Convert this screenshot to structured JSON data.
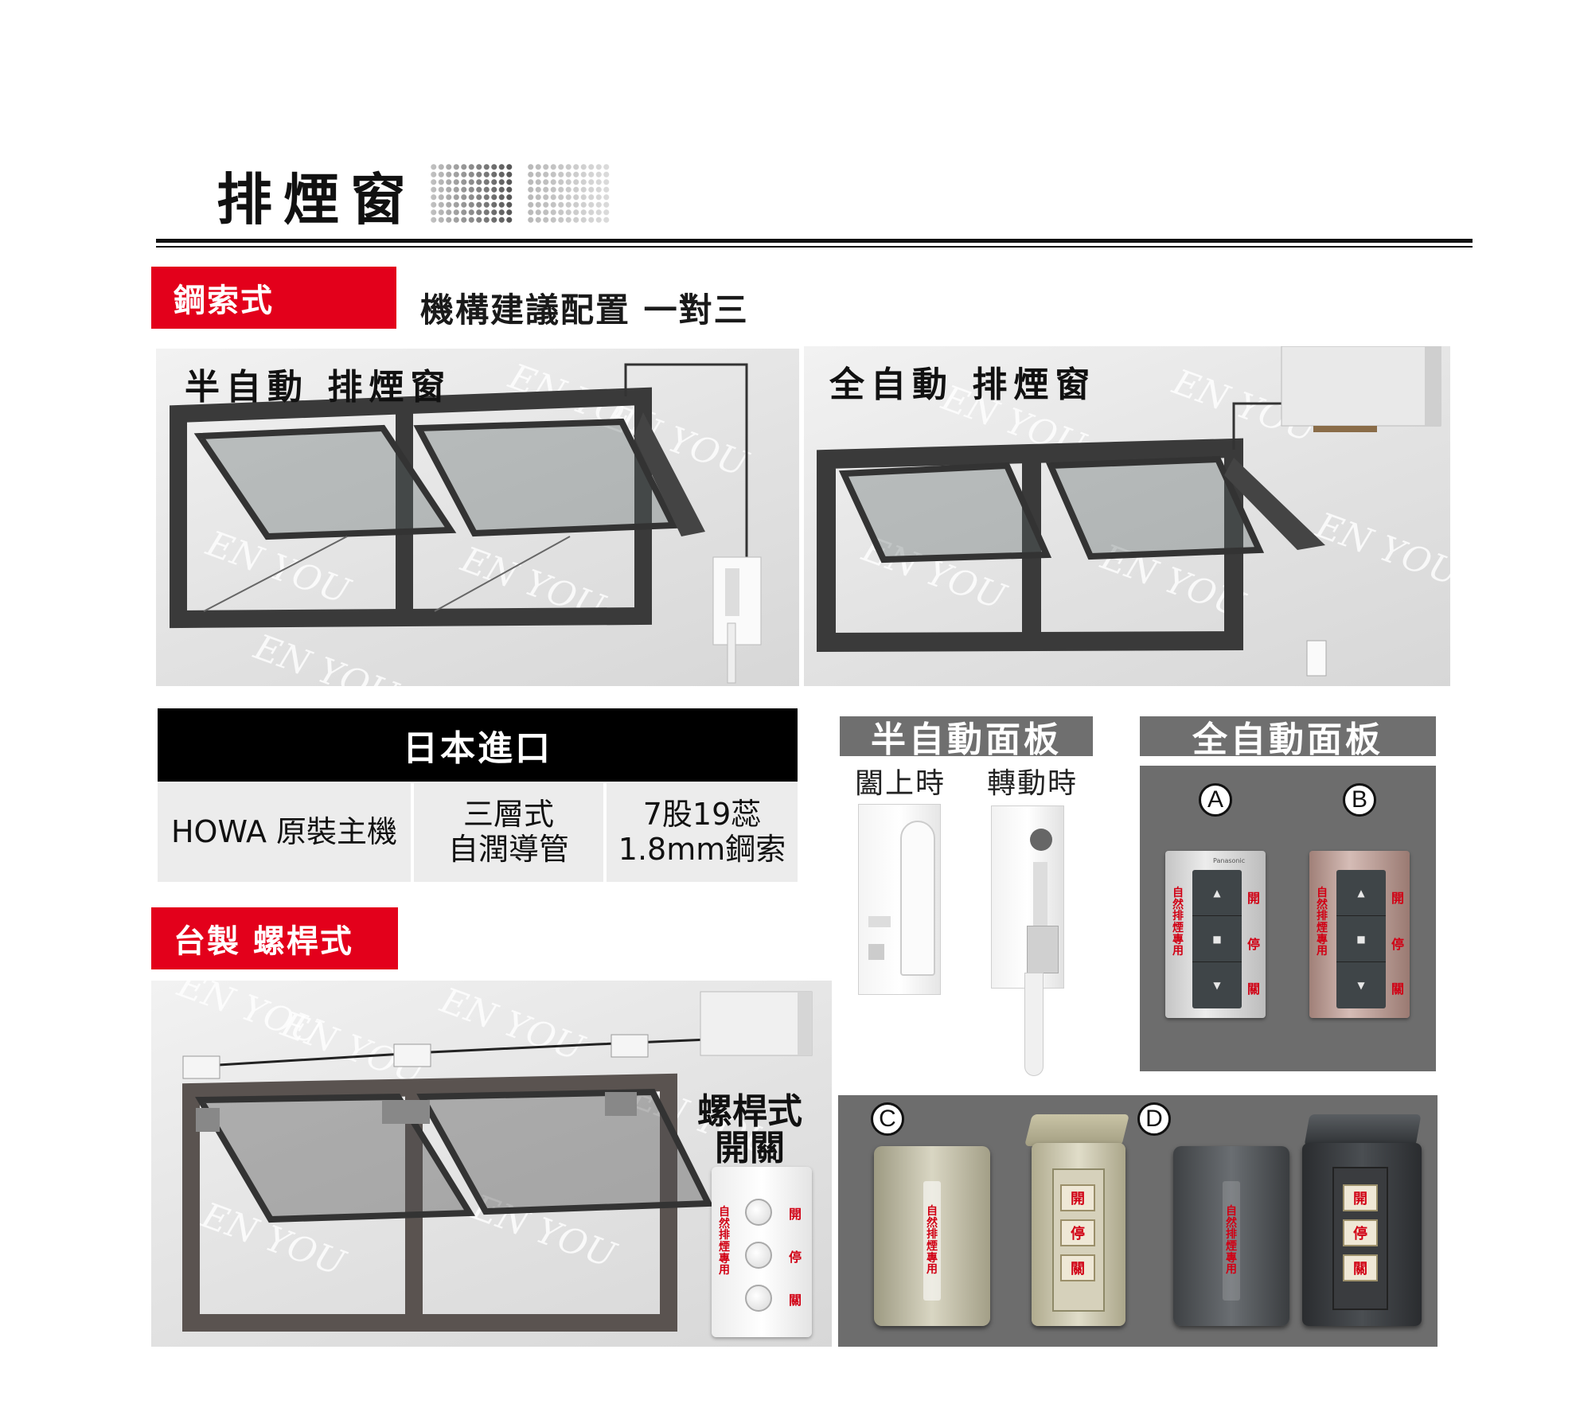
{
  "header": {
    "title": "排煙窗"
  },
  "cable": {
    "label": "鋼索式",
    "config": "機構建議配置  一對三",
    "semi_caption": "半自動 排煙窗",
    "full_caption": "全自動 排煙窗",
    "watermark": "EN YOU"
  },
  "spec": {
    "heading": "日本進口",
    "cell1": "HOWA 原裝主機",
    "cell2_line1": "三層式",
    "cell2_line2": "自潤導管",
    "cell3_line1": "7股19蕊",
    "cell3_line2": "1.8mm鋼索"
  },
  "semi_panel": {
    "heading": "半自動面板",
    "closed_label": "闔上時",
    "open_label": "轉動時"
  },
  "full_panel": {
    "heading": "全自動面板",
    "option_a": "A",
    "option_b": "B",
    "option_c": "C",
    "option_d": "D",
    "plate_text": "自然排煙專用",
    "btn_open": "開",
    "btn_stop": "停",
    "btn_close": "關",
    "brand": "Panasonic"
  },
  "screw": {
    "label": "台製  螺桿式",
    "switch_line1": "螺桿式",
    "switch_line2": "開關",
    "plate_text": "自然排煙專用"
  },
  "colors": {
    "accent_red": "#e3001b",
    "panel_gray": "#6d6d6d",
    "frame_dark": "#3a3a3a"
  }
}
